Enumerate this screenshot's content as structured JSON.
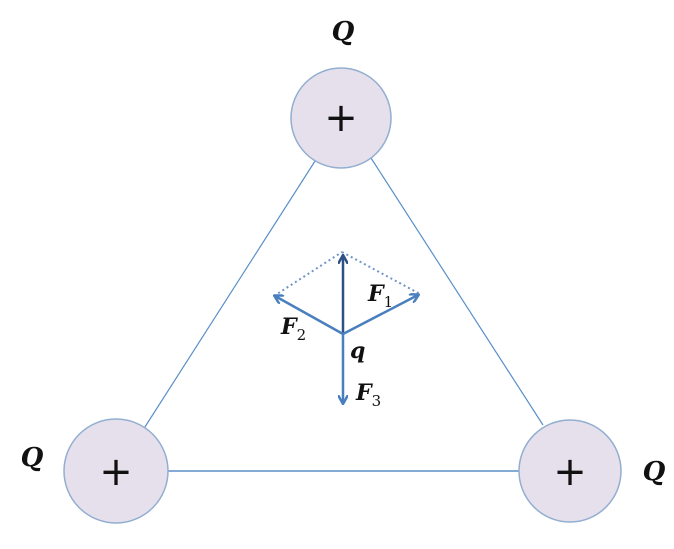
{
  "charges": {
    "top": {
      "label": "Q",
      "sign": "+"
    },
    "bottom_left": {
      "label": "Q",
      "sign": "+"
    },
    "bottom_right": {
      "label": "Q",
      "sign": "+"
    }
  },
  "test_charge": {
    "label": "q"
  },
  "forces": {
    "f1": {
      "symbol": "F",
      "subscript": "1"
    },
    "f2": {
      "symbol": "F",
      "subscript": "2"
    },
    "f3": {
      "symbol": "F",
      "subscript": "3"
    }
  },
  "colors": {
    "charge_fill": "#e6e0ec",
    "charge_stroke": "#92aed0",
    "triangle_line": "#5b8fc9",
    "arrow": "#4a7fbf",
    "resultant": "#2f5285",
    "dotted": "#6f95c6"
  }
}
